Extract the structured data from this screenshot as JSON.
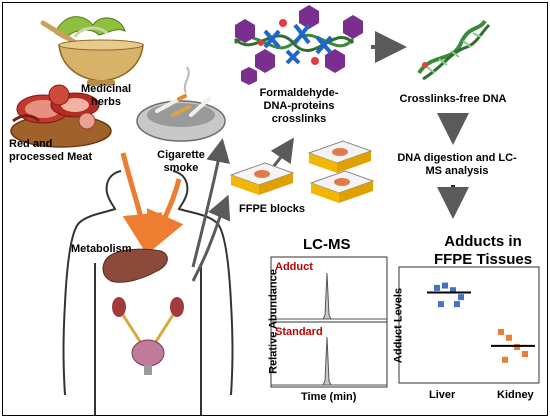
{
  "labels": {
    "medicinal_herbs": "Medicinal\nherbs",
    "red_meat": "Red and\nprocessed Meat",
    "cigarette_smoke": "Cigarette\nsmoke",
    "metabolism": "Metabolism",
    "crosslinks": "Formaldehyde-\nDNA-proteins\ncrosslinks",
    "crosslinks_free": "Crosslinks-free DNA",
    "digestion": "DNA digestion and LC-\nMS analysis",
    "ffpe_blocks": "FFPE blocks"
  },
  "lcms_panel": {
    "title": "LC-MS",
    "adduct_trace": "Adduct",
    "standard_trace": "Standard",
    "ylabel": "Relative Abundance",
    "xlabel": "Time (min)"
  },
  "adduct_panel": {
    "title": "Adducts in\nFFPE Tissues",
    "ylabel": "Adduct Levels",
    "groups": [
      {
        "name": "Liver",
        "color": "#4472c4",
        "values": [
          0.82,
          0.84,
          0.8,
          0.74,
          0.68,
          0.68
        ],
        "mean": 0.78
      },
      {
        "name": "Kidney",
        "color": "#ed7d31",
        "values": [
          0.44,
          0.39,
          0.31,
          0.25,
          0.2
        ],
        "mean": 0.32
      }
    ]
  },
  "colors": {
    "accent_orange": "#ed7d31",
    "arrow_gray": "#6b6b6b",
    "trace_red": "#c00000",
    "dna_green": "#3a8a3a",
    "protein_purple": "#7a2f8f",
    "crosslink_blue": "#1e66c8"
  }
}
